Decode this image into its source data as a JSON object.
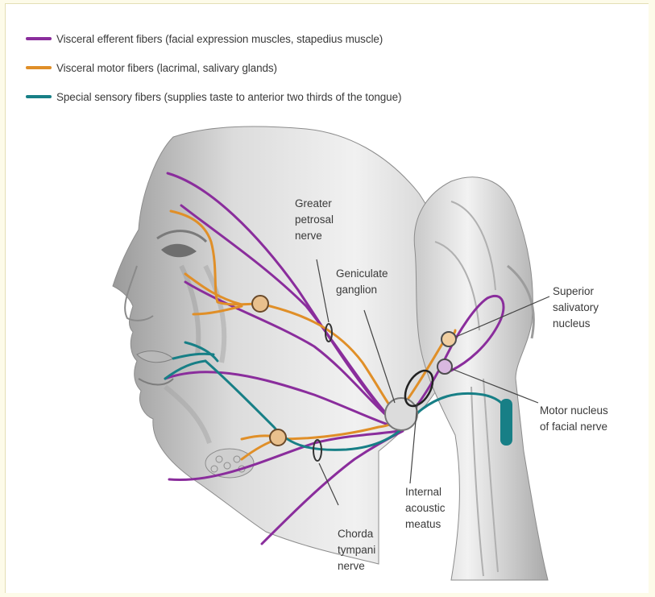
{
  "colors": {
    "visceral_efferent": "#8a2d9c",
    "visceral_motor": "#e08f28",
    "special_sensory": "#177f86",
    "background": "#fdfbe9"
  },
  "legend": [
    {
      "key": "visceral_efferent",
      "text": "Visceral efferent fibers (facial expression muscles, stapedius muscle)"
    },
    {
      "key": "visceral_motor",
      "text": "Visceral motor fibers (lacrimal, salivary glands)"
    },
    {
      "key": "special_sensory",
      "text": "Special sensory fibers (supplies taste to anterior two thirds of the tongue)"
    }
  ],
  "labels": {
    "greater_petrosal": [
      "Greater",
      "petrosal",
      "nerve"
    ],
    "geniculate": [
      "Geniculate",
      "ganglion"
    ],
    "superior_salivatory": [
      "Superior",
      "salivatory",
      "nucleus"
    ],
    "motor_nucleus": [
      "Motor nucleus",
      "of facial nerve"
    ],
    "internal_acoustic": [
      "Internal",
      "acoustic",
      "meatus"
    ],
    "chorda_tympani": [
      "Chorda",
      "tympani",
      "nerve"
    ]
  }
}
